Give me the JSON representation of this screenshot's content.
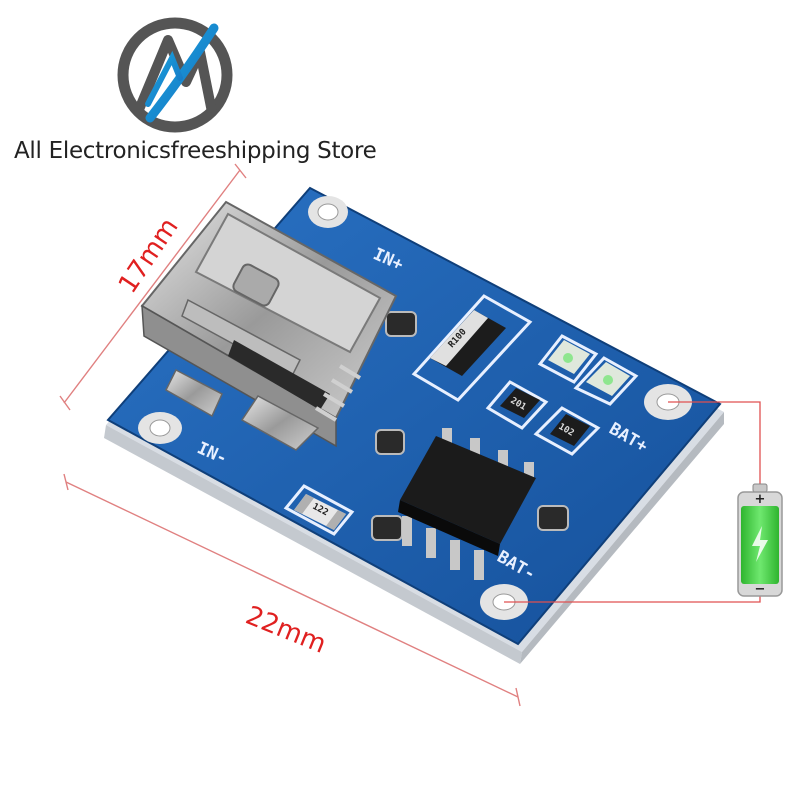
{
  "store": {
    "name": "All Electronicsfreeshipping Store"
  },
  "board": {
    "labels": {
      "in_plus": "IN+",
      "in_minus": "IN-",
      "bat_plus": "BAT+",
      "bat_minus": "BAT-"
    },
    "resistors": {
      "sense": "R100",
      "r1": "201",
      "r2": "102",
      "r3": "122"
    }
  },
  "dimensions": {
    "height_label": "17mm",
    "width_label": "22mm"
  },
  "battery": {
    "plus_sign": "+",
    "minus_sign": "−"
  },
  "colors": {
    "pcb": "#1d5fae",
    "dimension_lines": "#e02020",
    "battery_charge": "#3ecf3e"
  }
}
